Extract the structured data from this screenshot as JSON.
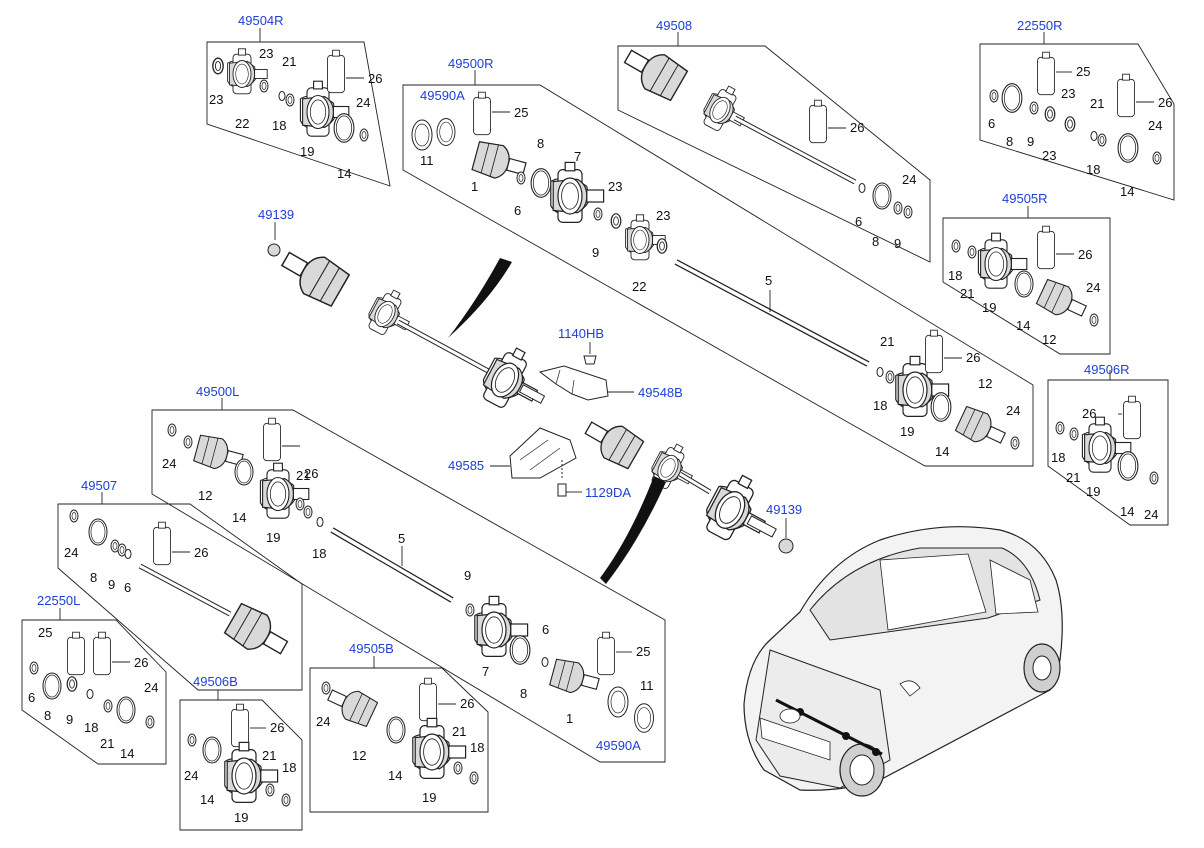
{
  "colors": {
    "callout": "#1f3fd6",
    "number": "#111111",
    "line": "#222222",
    "background": "#ffffff"
  },
  "callouts": {
    "c49504R": "49504R",
    "c49500R": "49500R",
    "c49590A_top": "49590A",
    "c49508": "49508",
    "c22550R": "22550R",
    "c49505R": "49505R",
    "c49139_top": "49139",
    "c1140HB": "1140HB",
    "c49548B": "49548B",
    "c49585": "49585",
    "c1129DA": "1129DA",
    "c49139_bottom": "49139",
    "c49506R": "49506R",
    "c49500L": "49500L",
    "c49507": "49507",
    "c22550L": "22550L",
    "c49505B": "49505B",
    "c49506B": "49506B",
    "c49590A_bottom": "49590A"
  },
  "parts": {
    "p1": "1",
    "p5": "5",
    "p6": "6",
    "p7": "7",
    "p8": "8",
    "p9": "9",
    "p11": "11",
    "p12": "12",
    "p14": "14",
    "p18": "18",
    "p19": "19",
    "p21": "21",
    "p22": "22",
    "p23": "23",
    "p24": "24",
    "p25": "25",
    "p26": "26"
  }
}
